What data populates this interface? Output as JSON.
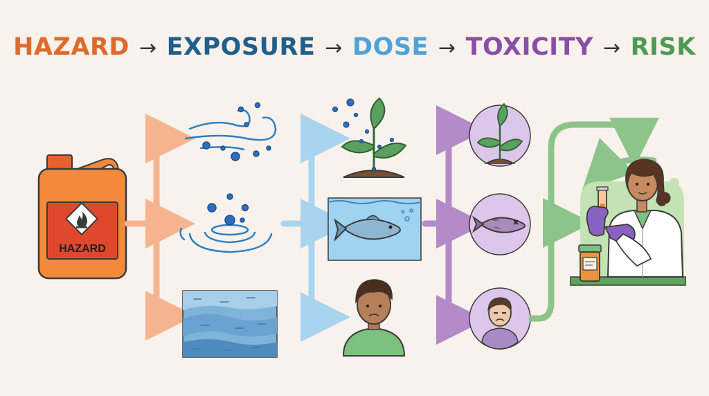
{
  "title": {
    "hazard": "HAZARD",
    "exposure": "EXPOSURE",
    "dose": "DOSE",
    "toxicity": "TOXICITY",
    "risk": "RISK",
    "arrow": "→"
  },
  "container": {
    "label": "HAZARD"
  },
  "colors": {
    "hazard": "#de6a2b",
    "exposure": "#1f5f8b",
    "dose": "#4fa3d9",
    "toxicity": "#8a4ea6",
    "risk": "#4e9a52",
    "arrow_hazard": "#f6b48e",
    "arrow_dose": "#a8d4f0",
    "arrow_toxicity": "#b48ac9",
    "arrow_risk": "#8cc48a"
  },
  "icons": {
    "container": "hazard-container-icon",
    "flame": "flammable-diamond-icon",
    "air": "air-wind-icon",
    "water": "water-ripple-icon",
    "soil": "soil-water-layers-icon",
    "plant": "plant-icon",
    "fish": "fish-icon",
    "person": "person-icon",
    "plant_tox": "plant-circle-icon",
    "fish_tox": "sick-fish-circle-icon",
    "person_tox": "sick-person-circle-icon",
    "scientist": "scientist-icon"
  }
}
